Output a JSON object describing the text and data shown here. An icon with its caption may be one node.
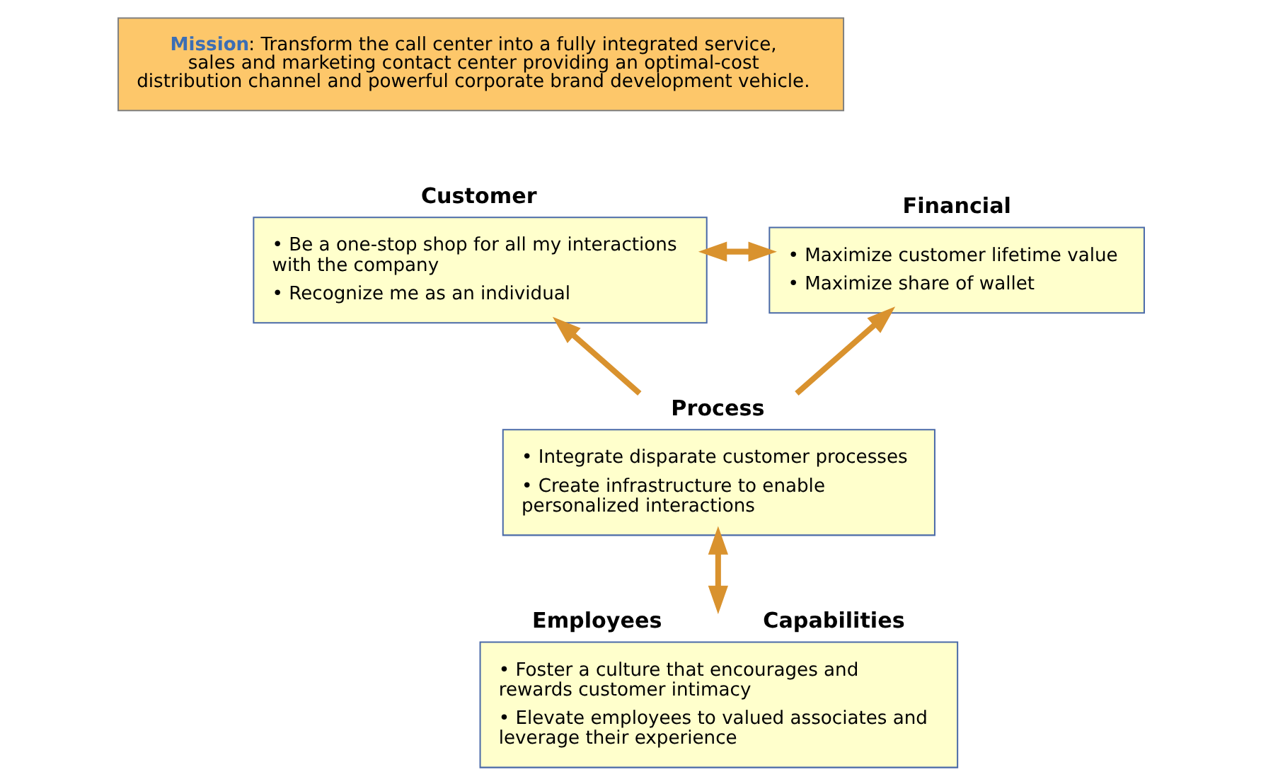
{
  "diagram": {
    "nodes": [
      {
        "text": [
          "**Mission**: Transform the call center into a fully integrated service, sales and marketing contact center providing an optimal-cost distribution channel and powerful corporate brand development vehicle."
        ]
      },
      {
        "text": [
          "Customer",
          "• Be a one-stop shop for all my interactions with the company",
          "• Recognize me as an individual"
        ]
      },
      {
        "text": [
          "Financial",
          "• Maximize customer lifetime value",
          "• Maximize share of wallet"
        ]
      },
      {
        "text": [
          "Process",
          "• Integrate disparate customer processes",
          "• Create infrastructure to enable personalized interactions"
        ]
      },
      {
        "text": [
          "Employees",
          "Capabilities",
          "• Foster a culture that encourages and rewards customer intimacy",
          "• Elevate employees to valued associates and leverage their experience"
        ]
      }
    ],
    "edges": [
      {
        "from": 1,
        "to": 2,
        "arrow": "both"
      },
      {
        "from": 3,
        "to": 1,
        "arrow": "to"
      },
      {
        "from": 3,
        "to": 2,
        "arrow": "to"
      },
      {
        "from": 4,
        "to": 3,
        "arrow": "both"
      }
    ]
  }
}
